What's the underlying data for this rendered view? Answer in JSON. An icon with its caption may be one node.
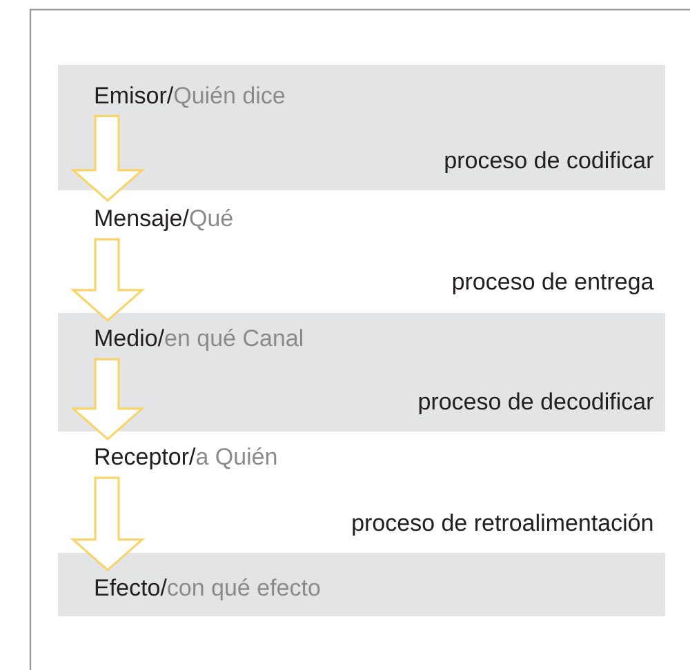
{
  "diagram": {
    "nodes": [
      {
        "text": [
          "Emisor/",
          "Quién dice"
        ]
      },
      {
        "text": [
          "Mensaje/",
          "Qué"
        ]
      },
      {
        "text": [
          "Medio/",
          "en qué Canal"
        ]
      },
      {
        "text": [
          "Receptor/",
          "a Quién"
        ]
      },
      {
        "text": [
          "Efecto/",
          "con qué efecto"
        ]
      }
    ],
    "edges": [
      {
        "from": 0,
        "to": 1,
        "arrow": "to"
      },
      {
        "from": 1,
        "to": 2,
        "arrow": "to"
      },
      {
        "from": 2,
        "to": 3,
        "arrow": "to"
      },
      {
        "from": 3,
        "to": 4,
        "arrow": "to"
      }
    ],
    "labels": [
      "proceso de codificar",
      "proceso de entrega",
      "proceso de decodificar",
      "proceso de retroalimentación"
    ]
  }
}
